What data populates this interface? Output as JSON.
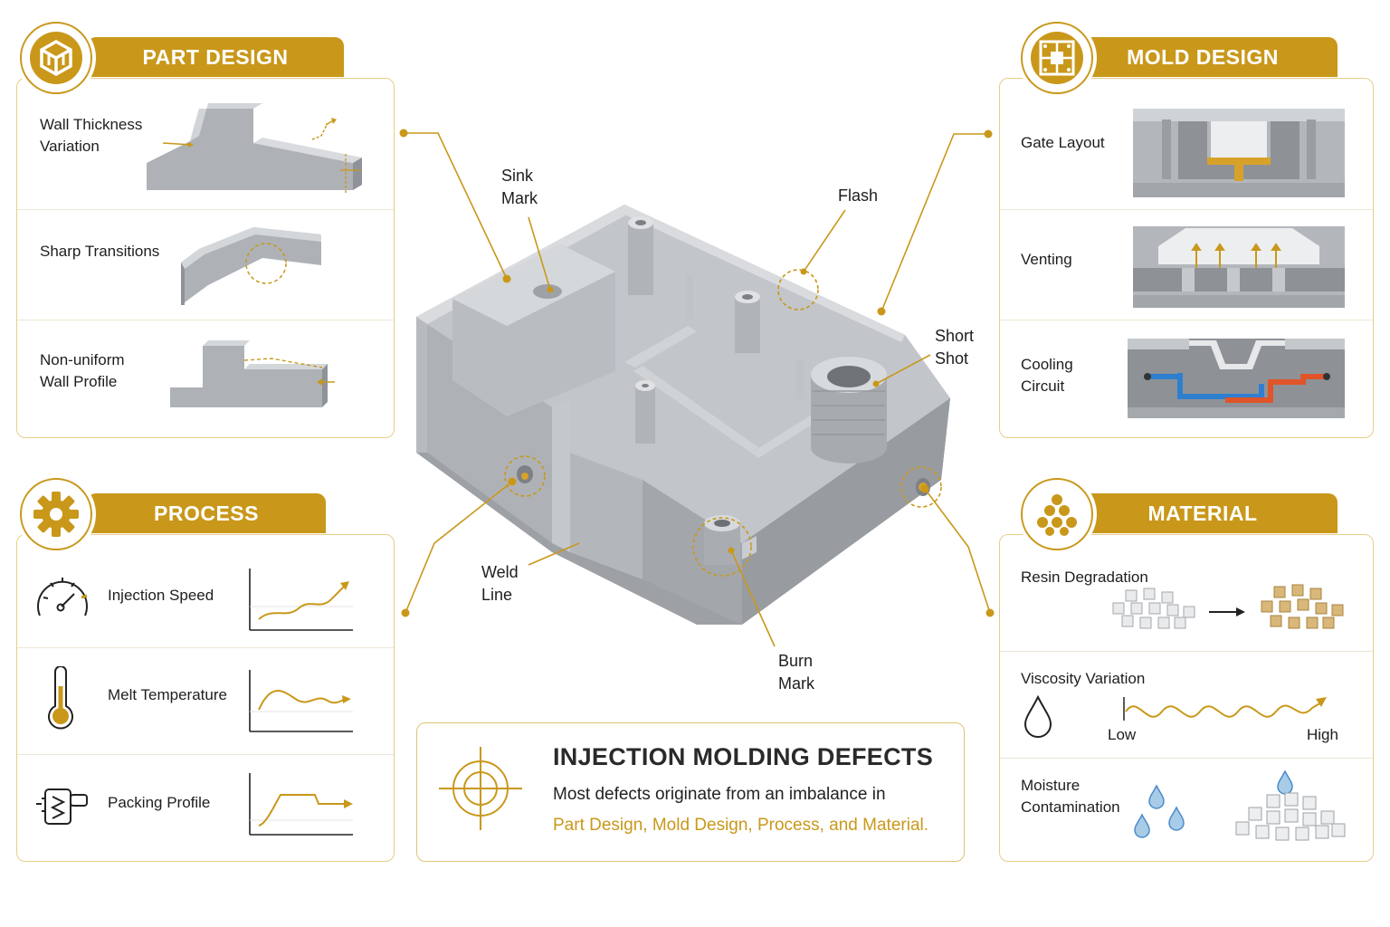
{
  "colors": {
    "accent": "#c9981a",
    "panel_border": "#e6cf8a",
    "metal": "#a9adb2",
    "cold": "#2f7fd0",
    "hot": "#e0542a"
  },
  "part_design": {
    "title": "PART DESIGN",
    "icon": "cube-icon",
    "rows": [
      {
        "label": "Wall Thickness\nVariation"
      },
      {
        "label": "Sharp Transitions"
      },
      {
        "label": "Non-uniform\nWall Profile"
      }
    ]
  },
  "mold_design": {
    "title": "MOLD DESIGN",
    "icon": "mold-block-icon",
    "rows": [
      {
        "label": "Gate Layout"
      },
      {
        "label": "Venting"
      },
      {
        "label": "Cooling\nCircuit"
      }
    ]
  },
  "process": {
    "title": "PROCESS",
    "icon": "gear-icon",
    "rows": [
      {
        "label": "Injection Speed",
        "icon": "gauge-icon"
      },
      {
        "label": "Melt Temperature",
        "icon": "thermometer-icon"
      },
      {
        "label": "Packing Profile",
        "icon": "pressure-valve-icon"
      }
    ]
  },
  "material": {
    "title": "MATERIAL",
    "icon": "pellets-icon",
    "rows": [
      {
        "label": "Resin Degradation"
      },
      {
        "label": "Viscosity Variation",
        "low": "Low",
        "high": "High"
      },
      {
        "label": "Moisture\nContamination"
      }
    ]
  },
  "defects": {
    "sink_mark": "Sink\nMark",
    "flash": "Flash",
    "short_shot": "Short\nShot",
    "weld_line": "Weld\nLine",
    "burn_mark": "Burn\nMark"
  },
  "summary": {
    "icon": "target-icon",
    "title": "INJECTION MOLDING DEFECTS",
    "line1": "Most defects originate from an imbalance in",
    "line2": "Part Design, Mold Design, Process, and Material."
  }
}
